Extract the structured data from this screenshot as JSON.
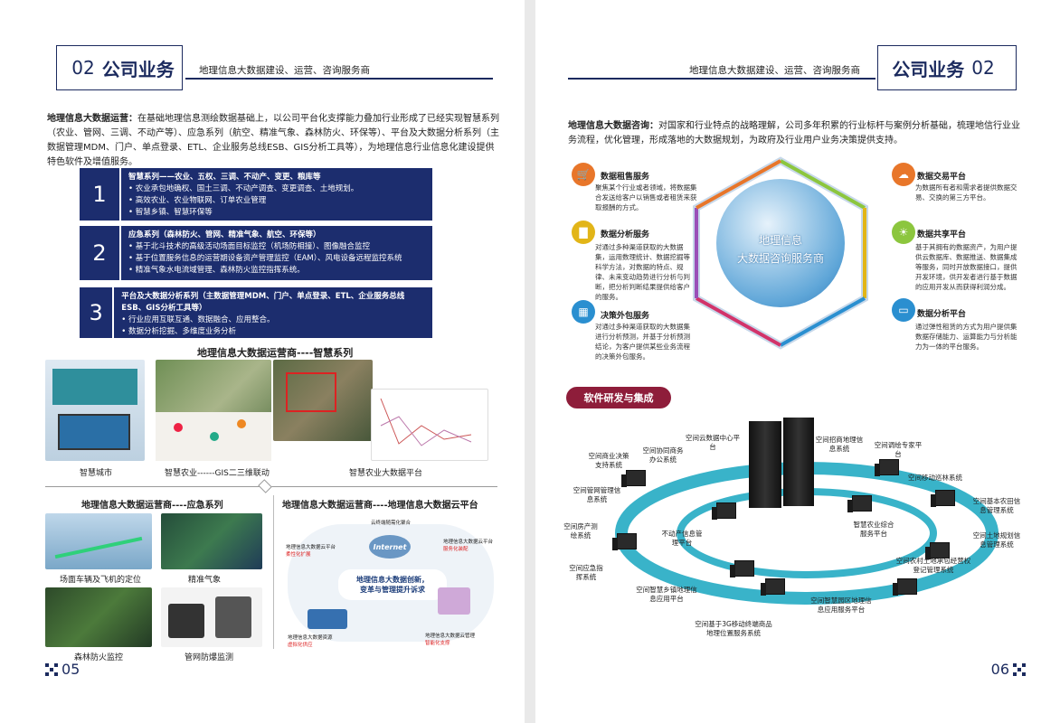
{
  "left": {
    "title_num": "02",
    "title": "公司业务",
    "subtitle": "地理信息大数据建设、运营、咨询服务商",
    "intro_bold": "地理信息大数据运营：",
    "intro_text": "在基础地理信息测绘数据基础上，以公司平台化支撑能力叠加行业形成了已经实现智慧系列（农业、管网、三调、不动产等）、应急系列（航空、精准气象、森林防火、环保等）、平台及大数据分析系列（主数据管理MDM、门户、单点登录、ETL、企业服务总线ESB、GIS分析工具等），为地理信息行业信息化建设提供特色软件及增值服务。",
    "bands": [
      {
        "num": "1",
        "title": "智慧系列——农业、五权、三调、不动产、变更、粮库等",
        "items": [
          "农业承包地确权、国土三调、不动产调查、变更调查、土地规划。",
          "高效农业、农业物联网、订单农业管理",
          "智慧乡镇、智慧环保等"
        ]
      },
      {
        "num": "2",
        "title": "应急系列（森林防火、管网、精准气象、航空、环保等）",
        "items": [
          "基于北斗技术的高级活动场面目标监控（机场防相撞）、图像融合监控",
          "基于位置服务信息的运营期设备资产管理监控（EAM）、风电设备远程监控系统",
          "精准气象水电流域管理、森林防火监控指挥系统。"
        ]
      },
      {
        "num": "3",
        "title": "平台及大数据分析系列（主数据管理MDM、门户、单点登录、ETL、企业服务总线ESB、GIS分析工具等）",
        "items": [
          "行业应用互联互通、数据融合、应用整合。",
          "数据分析挖掘、多维度业务分析"
        ]
      }
    ],
    "sec1_title": "地理信息大数据运营商----智慧系列",
    "sec1_caps": [
      "智慧城市",
      "智慧农业------GIS二三维联动",
      "智慧农业大数据平台"
    ],
    "sec2_title": "地理信息大数据运营商----应急系列",
    "sec2_caps": [
      "场面车辆及飞机的定位",
      "精准气象",
      "森林防火监控",
      "管网防爆监测"
    ],
    "sec3_title": "地理信息大数据运营商----地理信息大数据云平台",
    "cloud": {
      "top": "云终端随需化聚合",
      "internet": "Internet",
      "l1": "地理信息大数据云平台",
      "l1b": "柔性化扩展",
      "r1": "地理信息大数据云平台",
      "r1b": "服务化装配",
      "center1": "地理信息大数据创新，",
      "center2": "变革与管理提升诉求",
      "bl": "地理信息大数据资源",
      "blb": "虚拟化供应",
      "br": "地理信息大数据云管理",
      "brb": "智能化支撑"
    },
    "page_num": "05"
  },
  "right": {
    "title_num": "02",
    "title": "公司业务",
    "subtitle": "地理信息大数据建设、运营、咨询服务商",
    "intro_bold": "地理信息大数据咨询：",
    "intro_text": "对国家和行业特点的战略理解，公司多年积累的行业标杆与案例分析基础，梳理地信行业业务流程，优化管理，形成落地的大数据规划，为政府及行业用户业务决策提供支持。",
    "globe_line1": "地理信息",
    "globe_line2": "大数据咨询服务商",
    "services": [
      {
        "title": "数据租售服务",
        "text": "聚焦某个行业或者领域，将数据集合发送给客户以销售或者租赁来获取报酬的方式。",
        "color": "#e8762a",
        "icon": "cart-icon"
      },
      {
        "title": "数据分析服务",
        "text": "对通过多种渠道获取的大数据集，运用数理统计、数据挖掘等科学方法，对数据的特点、规律、未来变动趋势进行分析与判断，把分析判断结果提供给客户的服务。",
        "color": "#e2b518",
        "icon": "bar-chart-icon"
      },
      {
        "title": "决策外包服务",
        "text": "对通过多种渠道获取的大数据集进行分析预测，并基于分析预测结论，为客户提供某些业务流程的决策外包服务。",
        "color": "#2a8fd0",
        "icon": "calculator-icon"
      },
      {
        "title": "数据交易平台",
        "text": "为数据所有者和需求者提供数据交易、交换的第三方平台。",
        "color": "#e8762a",
        "icon": "cloud-icon"
      },
      {
        "title": "数据共享平台",
        "text": "基于其拥有的数据资产，为用户提供云数据库、数据推送、数据集成等服务，同时开放数据接口，提供开发环境，供开发者进行基于数据的应用开发从而获得利润分成。",
        "color": "#8cc63e",
        "icon": "lightbulb-icon"
      },
      {
        "title": "数据分析平台",
        "text": "通过弹性租赁的方式为用户提供集数据存储能力、运算能力与分析能力为一体的平台服务。",
        "color": "#2a8fd0",
        "icon": "monitor-icon"
      }
    ],
    "pill": "软件研发与集成",
    "nodes": [
      "空间云数据中心平台",
      "空间招商地理信息系统",
      "空间调绘专家平台",
      "空间移动巡林系统",
      "空间基本农田信息管理系统",
      "空间土地规划信息管理系统",
      "空间农村土地承包经营权登记管理系统",
      "空间智慧园区地理信息应用服务平台",
      "空间基于3G移动终端商品地理位置服务系统",
      "空间智慧乡镇地理信息应用平台",
      "空间应急指挥系统",
      "空间房产测绘系统",
      "空间管网管理信息系统",
      "空间商业决策支持系统",
      "空间协同商务办公系统",
      "不动产信息管理平台",
      "智慧农业综合服务平台"
    ],
    "page_num": "06"
  }
}
